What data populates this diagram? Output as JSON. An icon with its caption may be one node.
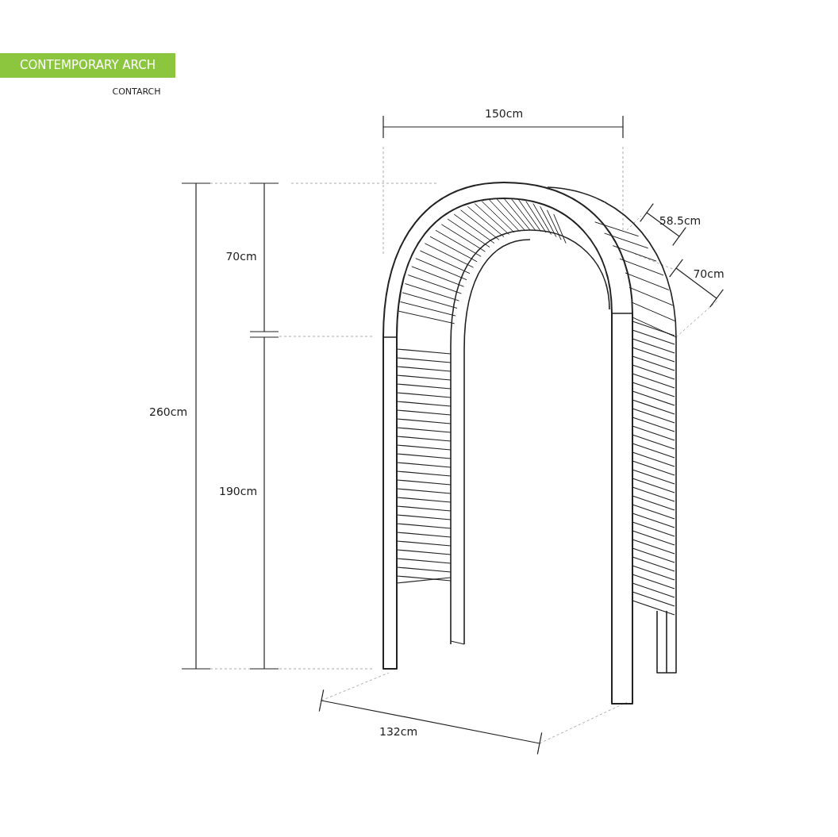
{
  "diagram": {
    "title": "CONTEMPORARY ARCH",
    "labels": [
      "CONTARCH",
      "150cm",
      "58.5cm",
      "70cm",
      "70cm",
      "260cm",
      "190cm",
      "132cm"
    ]
  }
}
